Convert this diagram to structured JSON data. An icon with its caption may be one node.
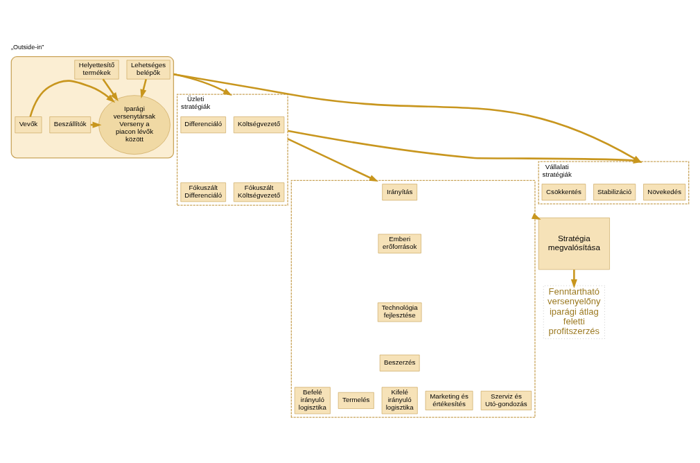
{
  "diagram": {
    "title": "„Outside-in”",
    "nodes": [
      {
        "text": [],
        "shape": "ellipse"
      },
      {
        "text": [
          "Lehetséges belépők"
        ],
        "in": 0
      },
      {
        "text": [
          "Beszállítók"
        ],
        "in": 0
      },
      {
        "text": [
          "Iparági versenytársak",
          "Verseny a piacon lévők között"
        ],
        "in": 0
      },
      {
        "text": [
          "Vevők"
        ],
        "in": 0
      },
      {
        "text": [
          "Helyettesítő termékek"
        ],
        "in": 0
      },
      {
        "text": [
          "Vállalati stratégiák"
        ]
      },
      {
        "text": [
          "Növekedés"
        ],
        "in": 6
      },
      {
        "text": [
          "Stabilizáció"
        ],
        "in": 6
      },
      {
        "text": [
          "Csökkentés"
        ],
        "in": 6
      },
      {
        "text": [
          "Üzleti stratégiák"
        ]
      },
      {
        "text": [
          "Költségvezető"
        ],
        "in": 10
      },
      {
        "text": [
          "Differenciáló"
        ],
        "in": 10
      },
      {
        "text": [
          "Fókuszált Költségvezető"
        ],
        "in": 10
      },
      {
        "text": [
          "Fókuszált Differenciáló"
        ],
        "in": 10
      },
      {
        "text": [],
        "shape": "box"
      },
      {
        "text": [
          "Irányítás"
        ],
        "in": 15
      },
      {
        "text": [
          "Emberi erőforrások"
        ],
        "in": 15
      },
      {
        "text": [
          "Technológia fejlesztése"
        ],
        "in": 15
      },
      {
        "text": [
          "Beszerzés"
        ],
        "in": 15
      },
      {
        "text": [
          "Befelé irányuló logisztika"
        ],
        "in": 15
      },
      {
        "text": [
          "Termelés"
        ],
        "in": 15
      },
      {
        "text": [
          "Kifelé irányuló logisztika"
        ],
        "in": 15
      },
      {
        "text": [
          "Marketing és értékesítés"
        ],
        "in": 15
      },
      {
        "text": [
          "Szerviz és Utó-gondozás"
        ],
        "in": 15
      },
      {
        "text": [
          "Stratégia megvalósítása"
        ]
      },
      {
        "text": [
          "Fenntartható versenyelőny iparági átlag feletti profitszerzés"
        ]
      }
    ],
    "edges": [
      {
        "from": 1,
        "to": 3,
        "arrow": "to"
      },
      {
        "from": 2,
        "to": 3,
        "arrow": "to"
      },
      {
        "from": 4,
        "to": 3,
        "arrow": "to"
      },
      {
        "from": 5,
        "to": 3,
        "arrow": "to"
      },
      {
        "from": 0,
        "to": 6,
        "arrow": "to"
      },
      {
        "from": 0,
        "to": 10,
        "arrow": "to"
      },
      {
        "from": 10,
        "to": 6,
        "arrow": "to"
      },
      {
        "from": 10,
        "to": 15,
        "arrow": "to"
      },
      {
        "from": 15,
        "to": 25,
        "arrow": "to"
      },
      {
        "from": 25,
        "to": 26,
        "arrow": "to"
      }
    ]
  }
}
